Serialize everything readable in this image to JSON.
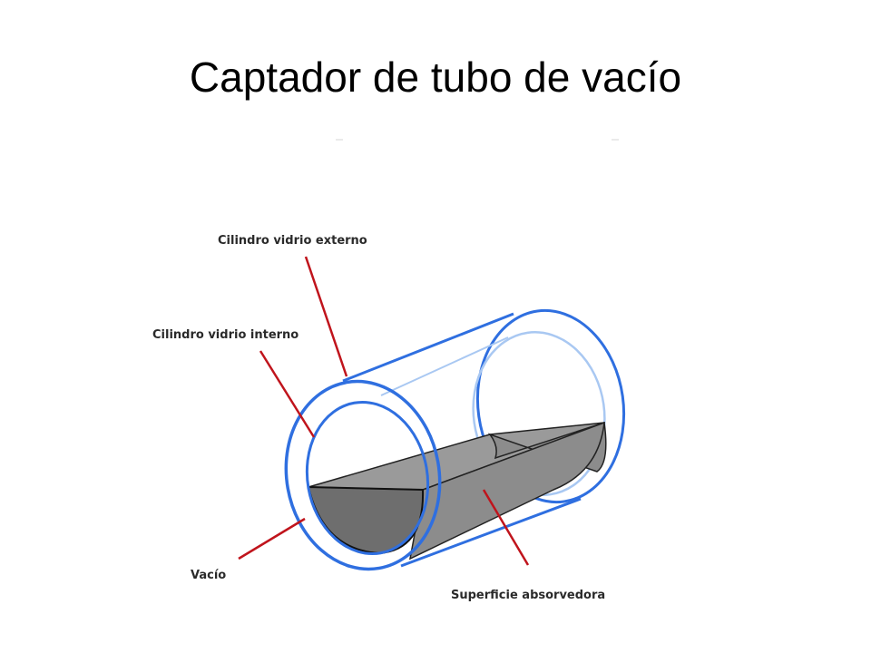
{
  "slide": {
    "title": "Captador de tubo de vacío"
  },
  "diagram": {
    "labels": {
      "outer_glass": "Cilindro vidrio externo",
      "inner_glass": "Cilindro vidrio interno",
      "vacuum": "Vacío",
      "absorber": "Superficie absorvedora"
    },
    "colors": {
      "outer_cylinder": "#2f6fe0",
      "inner_cylinder_back": "#a9c8f2",
      "absorber_fill": "#8c8c8c",
      "absorber_front": "#6e6e6e",
      "leader_lines": "#c0141c"
    }
  }
}
